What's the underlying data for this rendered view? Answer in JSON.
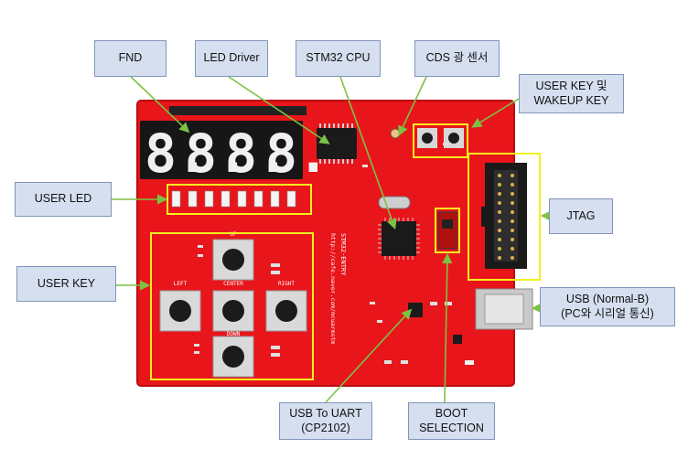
{
  "labels": {
    "fnd": "FND",
    "led_driver": "LED Driver",
    "stm32_cpu": "STM32 CPU",
    "cds_sensor": "CDS 광 센서",
    "user_key_wakeup_line1": "USER KEY 및",
    "user_key_wakeup_line2": "WAKEUP  KEY",
    "user_led": "USER LED",
    "jtag": "JTAG",
    "user_key": "USER KEY",
    "usb_line1": "USB (Normal-B)",
    "usb_line2": "(PC와 시리얼 통신)",
    "usb_uart_line1": "USB To UART",
    "usb_uart_line2": "(CP2102)",
    "boot_line1": "BOOT",
    "boot_line2": "SELECTION"
  },
  "board": {
    "silk_left": "LEFT",
    "silk_center": "CENTER",
    "silk_right": "RIGHT",
    "silk_up": "UP",
    "silk_down": "DOWN",
    "silk_title": "STM32-ENTRY",
    "silk_url": "http://cafe.naver.com/mcuarmstm",
    "digit_glyph": "8."
  },
  "colors": {
    "board": "#e8151b",
    "highlight": "#f5f01e",
    "arrow": "#7cc243",
    "label_bg": "#d6dff0",
    "label_border": "#7f95b8"
  }
}
